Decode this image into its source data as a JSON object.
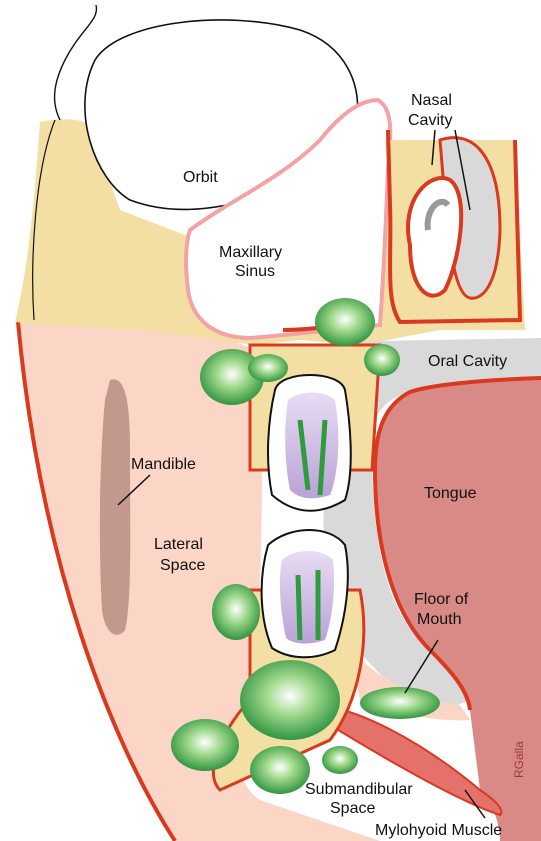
{
  "labels": {
    "nasal_cavity_1": "Nasal",
    "nasal_cavity_2": "Cavity",
    "orbit": "Orbit",
    "maxillary_sinus_1": "Maxillary",
    "maxillary_sinus_2": "Sinus",
    "oral_cavity": "Oral Cavity",
    "mandible": "Mandible",
    "lateral_space_1": "Lateral",
    "lateral_space_2": "Space",
    "tongue": "Tongue",
    "floor_of_mouth_1": "Floor of",
    "floor_of_mouth_2": "Mouth",
    "submandibular_space_1": "Submandibular",
    "submandibular_space_2": "Space",
    "mylohyoid_muscle": "Mylohyoid Muscle",
    "signature": "RGalla"
  },
  "colors": {
    "bone": "#f3dfa4",
    "soft_tissue": "#fbd6c6",
    "tongue": "#d98a86",
    "oral_cavity": "#d9d9d9",
    "outline_red": "#d8391f",
    "sinus_pink": "#f3a3a3",
    "abscess_green": "#2f9b3c",
    "pulp_purple": "#c9b5e0",
    "mandible_canal": "#b58a7e"
  }
}
